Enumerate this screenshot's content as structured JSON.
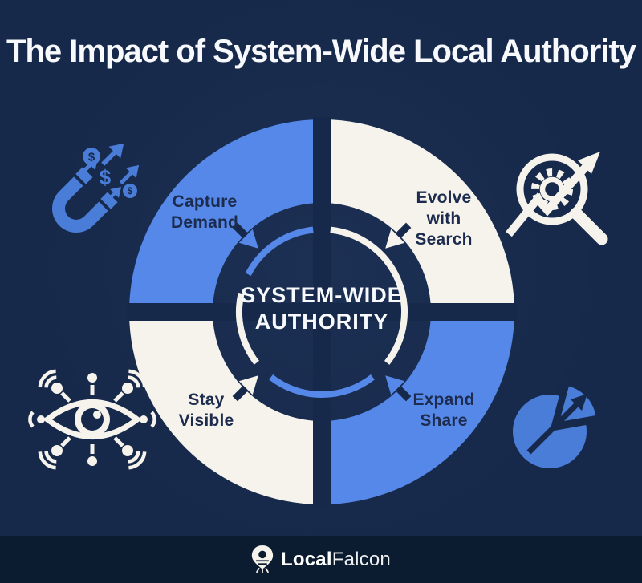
{
  "title": "The Impact of System-Wide Local Authority",
  "colors": {
    "bg": "#17294a",
    "footer_bg": "#0c1c30",
    "blue": "#5588e8",
    "icon_blue": "#4a7dd8",
    "shape_white": "#f5f3ec",
    "text_dark": "#1d2c4e",
    "text_light": "#f7f9fc"
  },
  "center": {
    "lines": [
      "SYSTEM-WIDE",
      "AUTHORITY"
    ]
  },
  "quadrants": [
    {
      "id": "capture-demand",
      "position": "top-left",
      "fill": "blue",
      "lines": [
        "Capture",
        "Demand"
      ]
    },
    {
      "id": "evolve-with-search",
      "position": "top-right",
      "fill": "white",
      "lines": [
        "Evolve",
        "with",
        "Search"
      ]
    },
    {
      "id": "stay-visible",
      "position": "bottom-left",
      "fill": "white",
      "lines": [
        "Stay",
        "Visible"
      ]
    },
    {
      "id": "expand-share",
      "position": "bottom-right",
      "fill": "blue",
      "lines": [
        "Expand",
        "Share"
      ]
    }
  ],
  "corner_icons": [
    {
      "name": "magnet-money-icon",
      "position": "top-left",
      "color": "blue"
    },
    {
      "name": "search-gear-growth-icon",
      "position": "top-right",
      "color": "white"
    },
    {
      "name": "visibility-eye-icon",
      "position": "bottom-left",
      "color": "white"
    },
    {
      "name": "market-share-pie-icon",
      "position": "bottom-right",
      "color": "blue"
    }
  ],
  "currency_symbol": "$",
  "footer": {
    "brand_bold": "Local",
    "brand_light": "Falcon"
  }
}
